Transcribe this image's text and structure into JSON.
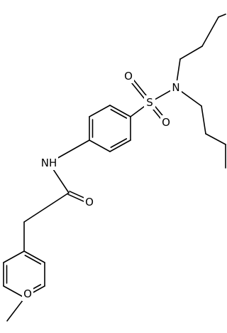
{
  "molecule": {
    "atoms": {
      "sulfur": "S",
      "sulfonyl_oxygen_top": "O",
      "sulfonyl_oxygen_bottom": "O",
      "sulfonamide_nitrogen": "N",
      "amide_nitrogen": "NH",
      "carbonyl_oxygen": "O",
      "ether_oxygen": "O"
    }
  }
}
